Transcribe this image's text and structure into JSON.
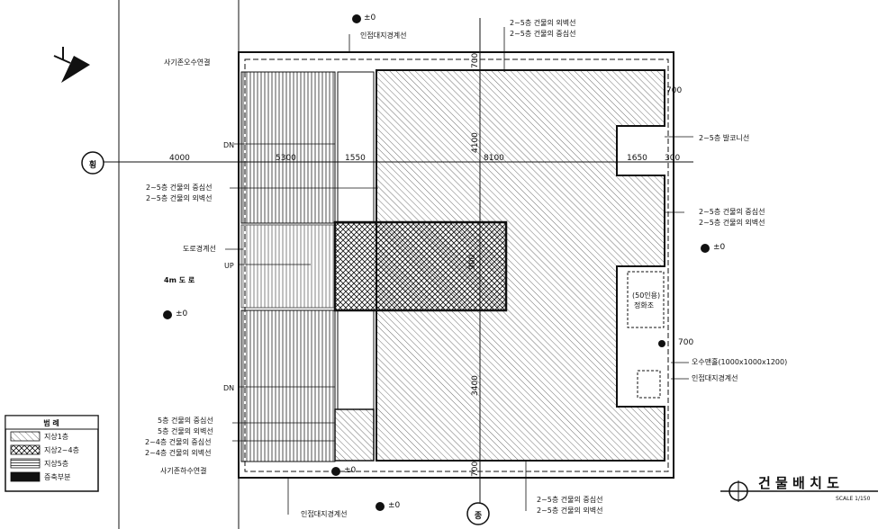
{
  "title": "건 물 배 치 도",
  "scale": "SCALE 1/150",
  "north_mark": "N",
  "axis_h": "횡",
  "axis_v": "종",
  "road": "4m 도 로",
  "levels": {
    "top": "±0",
    "right": "±0",
    "left": "±0",
    "bottom1": "±0",
    "bottom2": "±0"
  },
  "labels": {
    "adj_boundary_top": "인접대지경계선",
    "sewer_top": "사기존오수연결",
    "outer_wall_top": "2~5층 건물의 외벽선",
    "center_top": "2~5층 건물의 중심선",
    "balcony": "2~5층 발코니선",
    "center_right": "2~5층 건물의 중심선",
    "outer_right": "2~5층 건물의 외벽선",
    "center_left": "2~5층 건물의 중심선",
    "outer_left": "2~5층 건물의 외벽선",
    "road_boundary": "도로경계선",
    "dn1": "DN",
    "up": "UP",
    "dn2": "DN",
    "septic_cap": "(50인용)",
    "septic": "정화조",
    "sewer_manhole": "오수맨홀(1000x1000x1200)",
    "adj_boundary_right": "인접대지경계선",
    "f5_center": "5층 건물의 중심선",
    "f5_outer": "5층 건물의 외벽선",
    "f24_center": "2~4층 건물의 중심선",
    "f24_outer": "2~4층 건물의 외벽선",
    "sewer_bottom": "사기존하수연결",
    "adj_boundary_bottom": "인접대지경계선",
    "center_bottom": "2~5층 건물의 중심선",
    "outer_bottom": "2~5층 건물의 외벽선"
  },
  "dimensions": {
    "d4000": "4000",
    "d5300": "5300",
    "d1550": "1550",
    "d8100": "8100",
    "d1650": "1650",
    "d300": "300",
    "d700a": "700",
    "d4100": "4100",
    "d3400": "3400",
    "d700b": "700",
    "d700c": "700",
    "d900": "900",
    "d700d": "700"
  },
  "legend": {
    "title": "범 례",
    "items": [
      "지상1층",
      "지상2~4층",
      "지상5층",
      "증축부분"
    ]
  }
}
